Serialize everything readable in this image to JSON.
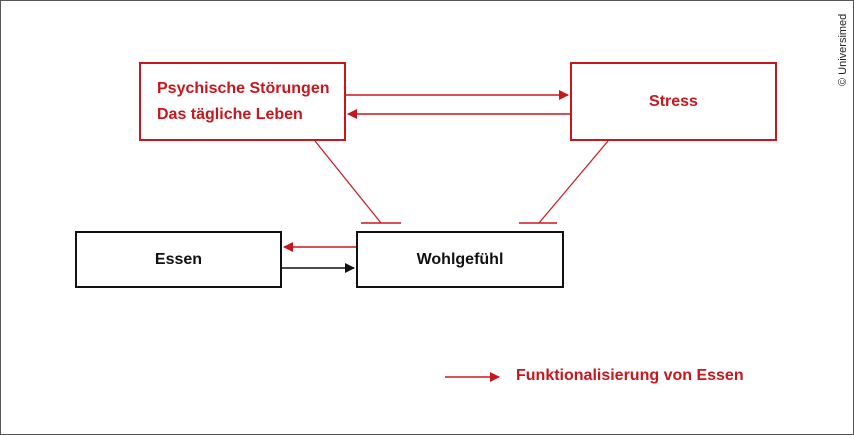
{
  "nodes": {
    "psych": {
      "line1": "Psychische Störungen",
      "line2": "Das tägliche Leben"
    },
    "stress": {
      "label": "Stress"
    },
    "essen": {
      "label": "Essen"
    },
    "wohl": {
      "label": "Wohlgefühl"
    }
  },
  "legend": {
    "label": "Funktionalisierung von Essen",
    "color": "#c8161d"
  },
  "copyright": "© Universimed",
  "colors": {
    "red": "#c8161d",
    "black": "#111111"
  }
}
